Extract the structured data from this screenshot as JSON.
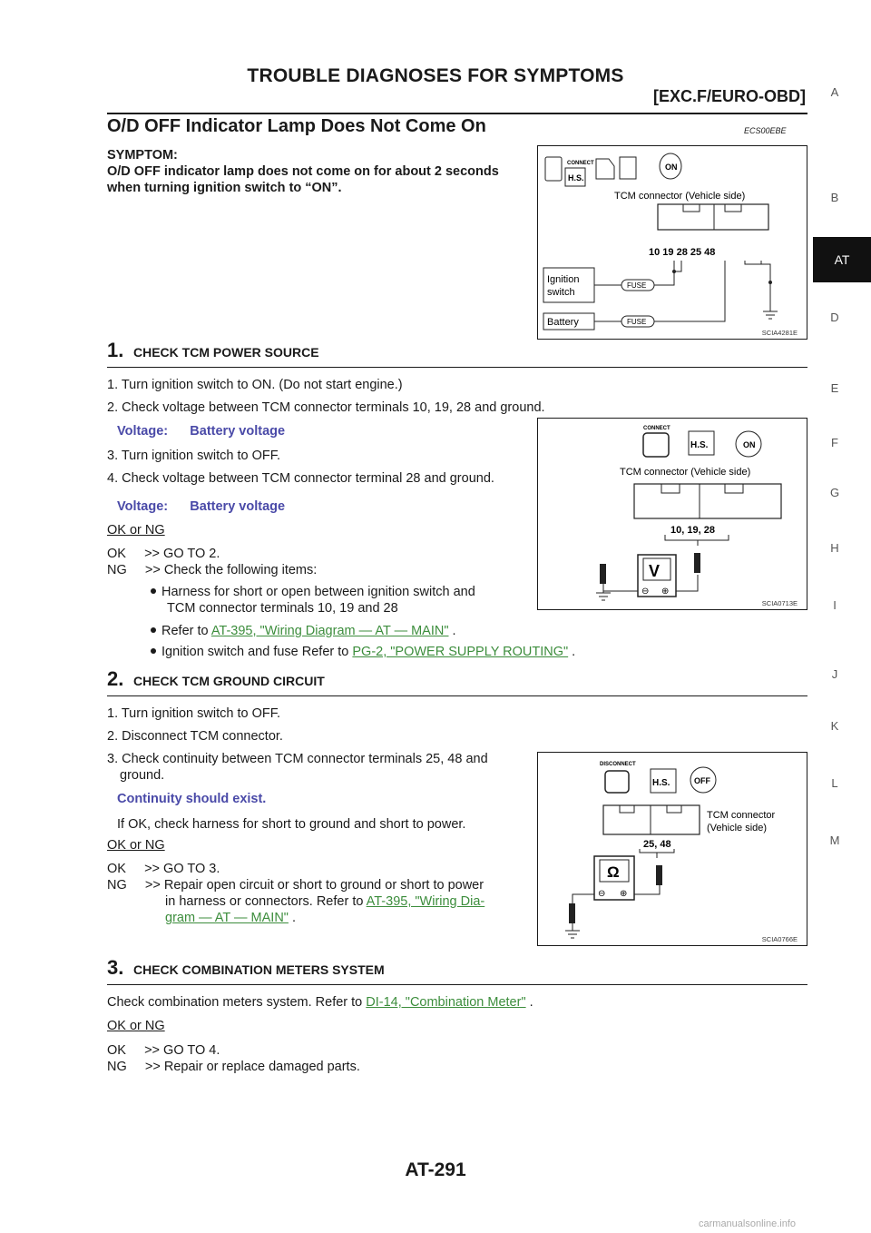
{
  "header": {
    "title": "TROUBLE DIAGNOSES FOR SYMPTOMS",
    "subtitle": "[EXC.F/EURO-OBD]"
  },
  "section": {
    "title": "O/D OFF Indicator Lamp Does Not Come On",
    "code": "ECS00EBE"
  },
  "symptom": {
    "label": "SYMPTOM:",
    "line1": "O/D OFF indicator lamp does not come on for about 2 seconds",
    "line2": "when turning ignition switch to “ON”."
  },
  "sidebar": {
    "letters": [
      "A",
      "B",
      "AT",
      "D",
      "E",
      "F",
      "G",
      "H",
      "I",
      "J",
      "K",
      "L",
      "M"
    ]
  },
  "figures": {
    "fig1": {
      "code": "SCIA4281E",
      "connector": "TCM connector (Vehicle side)",
      "pins": "10  19        28  25  48",
      "ignition1": "Ignition",
      "ignition2": "switch",
      "battery": "Battery",
      "fuse": "FUSE",
      "connect": "CONNECT",
      "hs": "H.S.",
      "on": "ON"
    },
    "fig2": {
      "code": "SCIA0713E",
      "connector": "TCM connector (Vehicle side)",
      "pins": "10, 19, 28",
      "connect": "CONNECT",
      "hs": "H.S.",
      "on": "ON",
      "meter": "V"
    },
    "fig3": {
      "code": "SCIA0766E",
      "connector1": "TCM connector",
      "connector2": "(Vehicle side)",
      "pins": "25, 48",
      "disconnect": "DISCONNECT",
      "hs": "H.S.",
      "off": "OFF",
      "meter": "Ω"
    }
  },
  "step1": {
    "num": "1.",
    "title": "CHECK TCM POWER SOURCE",
    "i1": "1. Turn ignition switch to ON. (Do not start engine.)",
    "i2": "2. Check voltage between TCM connector terminals 10, 19, 28 and ground.",
    "v1": "Voltage:      Battery voltage",
    "i3": "3. Turn ignition switch to OFF.",
    "i4": "4. Check voltage between TCM connector terminal 28 and ground.",
    "v2": "Voltage:      Battery voltage",
    "okng": "OK or NG",
    "ok": "OK     >> GO TO 2.",
    "ng": "NG     >> Check the following items:",
    "b1a": "Harness for short or open between ignition switch and",
    "b1b": "TCM connector terminals 10, 19 and 28",
    "b2pre": "Refer to ",
    "b2link": "AT-395, \"Wiring Diagram — AT — MAIN\"",
    "b2post": " .",
    "b3pre": "Ignition switch and fuse Refer to ",
    "b3link": "PG-2, \"POWER SUPPLY ROUTING\"",
    "b3post": " ."
  },
  "step2": {
    "num": "2.",
    "title": "CHECK TCM GROUND CIRCUIT",
    "i1": "1. Turn ignition switch to OFF.",
    "i2": "2. Disconnect TCM connector.",
    "i3a": "3. Check continuity between TCM connector terminals 25, 48 and",
    "i3b": "ground.",
    "c": "Continuity should exist.",
    "note": "If OK, check harness for short to ground and short to power.",
    "okng": "OK or NG",
    "ok": "OK     >> GO TO 3.",
    "ng1": "NG     >> Repair open circuit or short to ground or short to power",
    "ng2pre": "in harness or connectors. Refer to ",
    "ng2link": "AT-395, \"Wiring Dia-",
    "ng3link": "gram — AT — MAIN\"",
    "ng3post": " ."
  },
  "step3": {
    "num": "3.",
    "title": "CHECK COMBINATION METERS SYSTEM",
    "i1pre": "Check combination meters system. Refer to ",
    "i1link": "DI-14, \"Combination Meter\"",
    "i1post": " .",
    "okng": "OK or NG",
    "ok": "OK     >> GO TO 4.",
    "ng": "NG     >> Repair or replace damaged parts."
  },
  "page": {
    "number": "AT-291",
    "footer": "carmanualsonline.info"
  }
}
